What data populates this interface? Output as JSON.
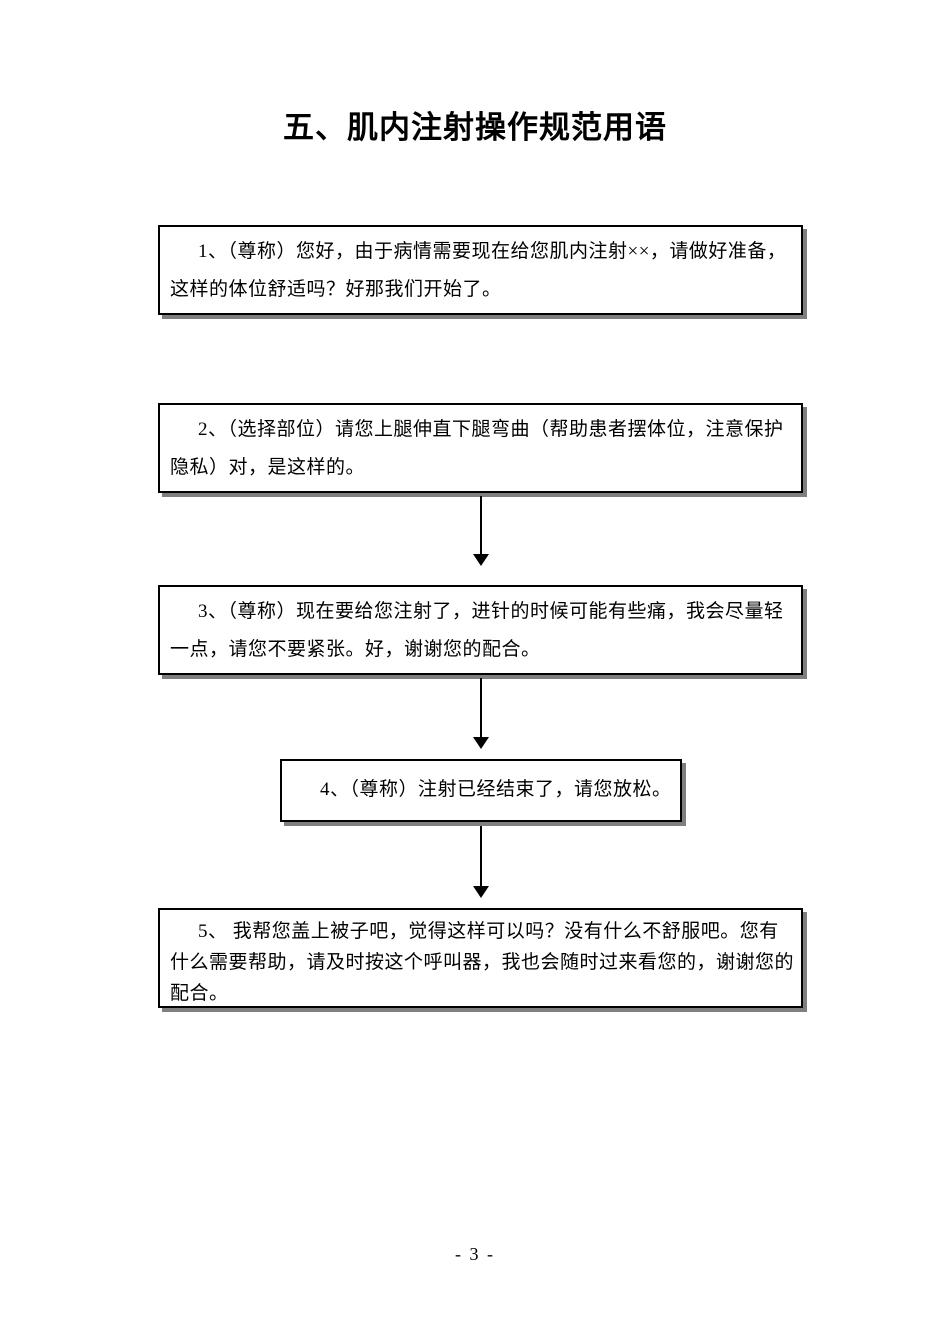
{
  "page": {
    "title": "五、肌内注射操作规范用语",
    "footer_page_number": "- 3 -"
  },
  "flowchart": {
    "steps": [
      {
        "lines": [
          "1、（尊称）您好，由于病情需要现在给您肌内注射××，请做好准备，",
          "这样的体位舒适吗？好那我们开始了。"
        ]
      },
      {
        "lines": [
          "2、（选择部位）请您上腿伸直下腿弯曲（帮助患者摆体位，注意保护",
          "隐私）对，是这样的。"
        ]
      },
      {
        "lines": [
          "3、（尊称）现在要给您注射了，进针的时候可能有些痛，我会尽量轻",
          "一点，请您不要紧张。好，谢谢您的配合。"
        ]
      },
      {
        "lines": [
          "4、（尊称）注射已经结束了，请您放松。"
        ]
      },
      {
        "lines": [
          "5、 我帮您盖上被子吧，觉得这样可以吗？没有什么不舒服吧。您有",
          "什么需要帮助，请及时按这个呼叫器，我也会随时过来看您的，谢谢您的",
          "配合。"
        ]
      }
    ]
  }
}
